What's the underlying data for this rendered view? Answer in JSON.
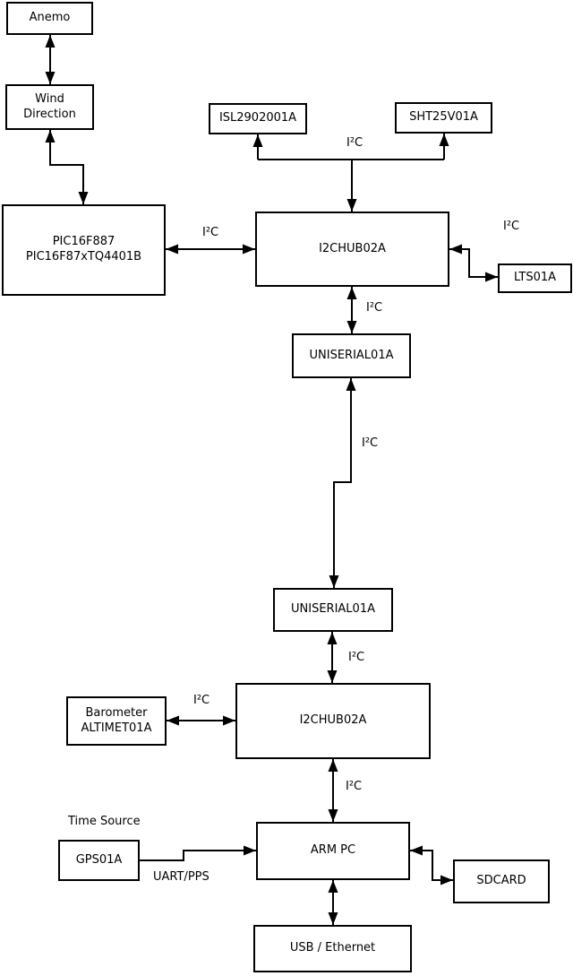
{
  "diagram": {
    "type": "block-diagram",
    "colors": {
      "background": "#ffffff",
      "line": "#000000",
      "box_fill": "#ffffff"
    },
    "nodes": {
      "anemo": {
        "label": "Anemo"
      },
      "wind_direction": {
        "label": "Wind\nDirection"
      },
      "pic": {
        "label": "PIC16F887\nPIC16F87xTQ4401B"
      },
      "isl": {
        "label": "ISL2902001A"
      },
      "sht": {
        "label": "SHT25V01A"
      },
      "i2c_hub_1": {
        "label": "I2CHUB02A"
      },
      "lts": {
        "label": "LTS01A"
      },
      "uniserial_1": {
        "label": "UNISERIAL01A"
      },
      "uniserial_2": {
        "label": "UNISERIAL01A"
      },
      "barometer": {
        "label": "Barometer\nALTIMET01A"
      },
      "i2c_hub_2": {
        "label": "I2CHUB02A"
      },
      "gps": {
        "label": "GPS01A"
      },
      "arm_pc": {
        "label": "ARM PC"
      },
      "sdcard": {
        "label": "SDCARD"
      },
      "usb_ethernet": {
        "label": "USB / Ethernet"
      }
    },
    "edge_labels": {
      "i2c_sensors": "I²C",
      "i2c_pic_hub1": "I²C",
      "i2c_hub1_lts": "I²C",
      "i2c_hub1_uni1": "I²C",
      "i2c_uni1_uni2": "I²C",
      "i2c_uni2_hub2": "I²C",
      "i2c_baro_hub2": "I²C",
      "i2c_hub2_arm": "I²C",
      "uart_pps": "UART/PPS",
      "time_source": "Time Source"
    },
    "edges": [
      {
        "from": "anemo",
        "to": "wind_direction",
        "bidirectional": true,
        "label": ""
      },
      {
        "from": "wind_direction",
        "to": "pic",
        "bidirectional": true,
        "label": ""
      },
      {
        "from": "pic",
        "to": "i2c_hub_1",
        "bidirectional": true,
        "label": "I²C"
      },
      {
        "from": "i2c_hub_1",
        "to": "isl",
        "bidirectional": false,
        "label": "I²C"
      },
      {
        "from": "i2c_hub_1",
        "to": "sht",
        "bidirectional": false,
        "label": "I²C"
      },
      {
        "from": "i2c_hub_1",
        "to": "lts",
        "bidirectional": true,
        "label": "I²C"
      },
      {
        "from": "i2c_hub_1",
        "to": "uniserial_1",
        "bidirectional": true,
        "label": "I²C"
      },
      {
        "from": "uniserial_1",
        "to": "uniserial_2",
        "bidirectional": true,
        "label": "I²C"
      },
      {
        "from": "uniserial_2",
        "to": "i2c_hub_2",
        "bidirectional": true,
        "label": "I²C"
      },
      {
        "from": "barometer",
        "to": "i2c_hub_2",
        "bidirectional": true,
        "label": "I²C"
      },
      {
        "from": "i2c_hub_2",
        "to": "arm_pc",
        "bidirectional": true,
        "label": "I²C"
      },
      {
        "from": "gps",
        "to": "arm_pc",
        "bidirectional": false,
        "label": "UART/PPS"
      },
      {
        "from": "arm_pc",
        "to": "sdcard",
        "bidirectional": true,
        "label": ""
      },
      {
        "from": "arm_pc",
        "to": "usb_ethernet",
        "bidirectional": true,
        "label": ""
      }
    ]
  }
}
